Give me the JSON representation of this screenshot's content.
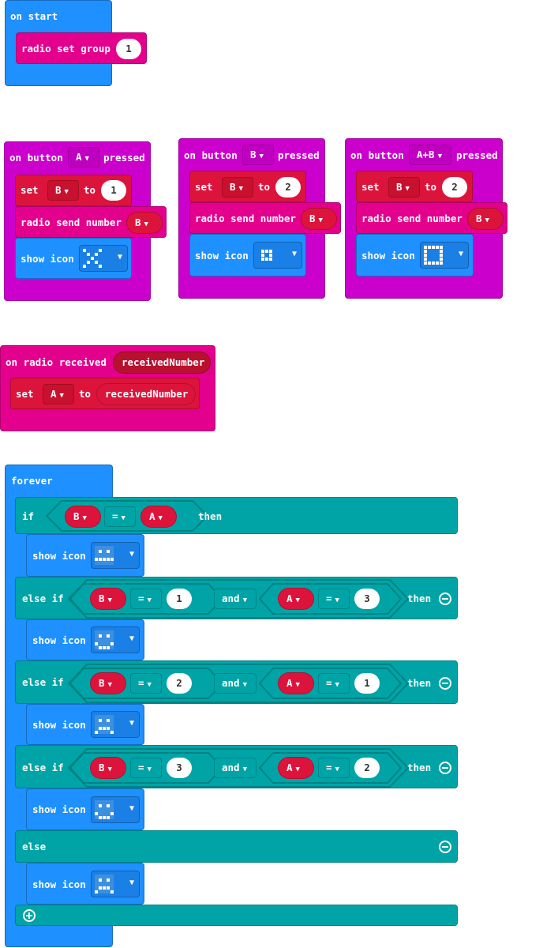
{
  "on_start": {
    "label": "on start",
    "radio_group_label": "radio set group",
    "group_value": "1"
  },
  "button_a": {
    "on": "on button",
    "button": "A",
    "pressed": "pressed",
    "set": "set",
    "var": "B",
    "to": "to",
    "value": "1",
    "send": "radio send number",
    "send_var": "B",
    "show_icon": "show icon",
    "icon": "small-diamond-icon"
  },
  "button_b": {
    "on": "on button",
    "button": "B",
    "pressed": "pressed",
    "set": "set",
    "var": "B",
    "to": "to",
    "value": "2",
    "send": "radio send number",
    "send_var": "B",
    "show_icon": "show icon",
    "icon": "small-square-icon"
  },
  "button_ab": {
    "on": "on button",
    "button": "A+B",
    "pressed": "pressed",
    "set": "set",
    "var": "B",
    "to": "to",
    "value": "2",
    "send": "radio send number",
    "send_var": "B",
    "show_icon": "show icon",
    "icon": "square-icon"
  },
  "radio_received": {
    "label": "on radio received",
    "param": "receivedNumber",
    "set": "set",
    "var": "A",
    "to": "to",
    "value": "receivedNumber"
  },
  "forever": {
    "label": "forever",
    "if_label": "if",
    "else_if_label": "else if",
    "else_label": "else",
    "then_label": "then",
    "and_label": "and",
    "eq_op": "=",
    "show_icon": "show icon",
    "if_cond": {
      "left": "B",
      "right": "A"
    },
    "branches": [
      {
        "left_var": "B",
        "left_val": "1",
        "right_var": "A",
        "right_val": "3",
        "icon": "happy-icon"
      },
      {
        "left_var": "B",
        "left_val": "2",
        "right_var": "A",
        "right_val": "1",
        "icon": "sad-icon"
      },
      {
        "left_var": "B",
        "left_val": "3",
        "right_var": "A",
        "right_val": "2",
        "icon": "happy-icon"
      }
    ],
    "if_icon": "neutral-face-icon",
    "else_icon": "sad-icon"
  },
  "colors": {
    "loops": "#1e90ff",
    "variables": "#dc143c",
    "radio": "#e3008c",
    "input": "#cc00cc",
    "logic": "#00a4a6",
    "basic": "#1e90ff"
  }
}
